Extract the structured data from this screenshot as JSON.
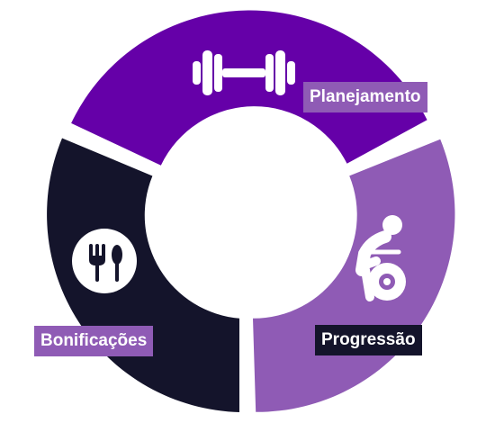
{
  "segments": [
    {
      "id": "planejamento",
      "label": "Planejamento",
      "color": "#6500a8",
      "icon": "dumbbell-icon"
    },
    {
      "id": "progressao",
      "label": "Progressão",
      "color": "#8f5bb5",
      "icon": "weightlifter-icon"
    },
    {
      "id": "bonificacoes",
      "label": "Bonificações",
      "color": "#14142b",
      "icon": "fork-and-spoon-icon"
    }
  ]
}
